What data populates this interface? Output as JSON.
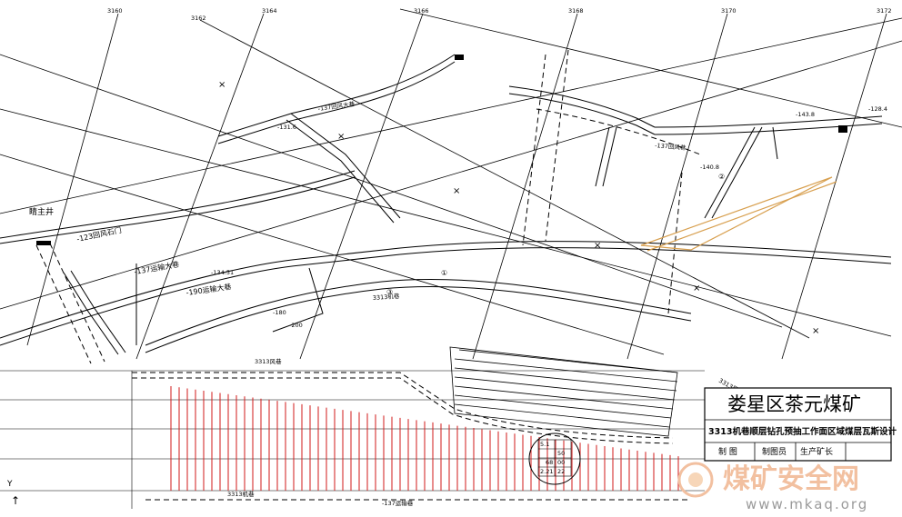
{
  "title_block": {
    "title": "娄星区茶元煤矿",
    "subtitle": "3313机巷顺层钻孔预抽工作面区域煤层瓦斯设计",
    "cells": [
      "制 图",
      "制图员",
      "生产矿长"
    ]
  },
  "watermark": {
    "text": "煤矿安全网",
    "url": "www.mkaq.org"
  },
  "labels": {
    "l1": "睛主井",
    "l2": "-123回风石门",
    "l3": "-137运输大巷",
    "l4": "-134.51",
    "l5": "-190运输大巷",
    "l6": "-180",
    "l7": "-200",
    "l8": "3313机巷",
    "l9": "3313风巷",
    "l10": "-137回风大巷",
    "l11": "-143.8",
    "l12": "-128.4",
    "l13": "-140.8",
    "l14": "-131.6",
    "l15": "-137回风巷",
    "l16": "①",
    "l17": "②",
    "l18": "③",
    "l19": "3313风巷",
    "l20": "-137运输巷",
    "l21": "3313机巷",
    "l22": "Y"
  },
  "grid_labels": [
    "3160",
    "3162",
    "3164",
    "3166",
    "3168",
    "3170",
    "3172"
  ],
  "legend_table": [
    "5.1",
    "50",
    "68",
    "00",
    "2.21",
    "22"
  ],
  "colors": {
    "line": "#000000",
    "hole": "#d01818",
    "seam": "#d8a050",
    "wm": "#f2c0a0"
  }
}
